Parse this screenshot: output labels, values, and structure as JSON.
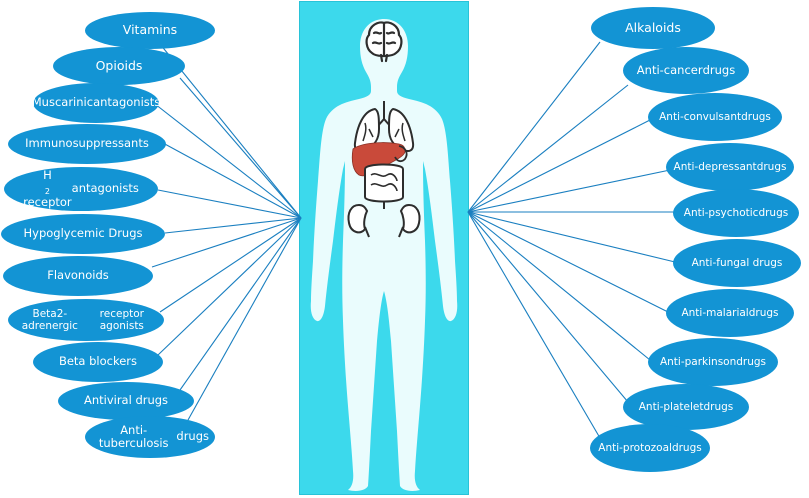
{
  "left_items": [
    {
      "label": "Vitamins"
    },
    {
      "label": "Opioids"
    },
    {
      "label": "Muscarinic antagonists",
      "line1": "Muscarinic",
      "line2": "antagonists"
    },
    {
      "label": "Immunosuppressants"
    },
    {
      "label": "H2 receptor antagonists",
      "line1_pre": "H",
      "line1_sub": "2",
      "line1_post": " receptor",
      "line2": "antagonists"
    },
    {
      "label": "Hypoglycemic Drugs"
    },
    {
      "label": "Flavonoids"
    },
    {
      "label": "Beta2-adrenergic receptor agonists",
      "line1": "Beta2-adrenergic",
      "line2": "receptor agonists"
    },
    {
      "label": "Beta blockers"
    },
    {
      "label": "Antiviral drugs"
    },
    {
      "label": "Anti-tuberculosis drugs",
      "line1": "Anti-tuberculosis",
      "line2": "drugs"
    }
  ],
  "right_items": [
    {
      "label": "Alkaloids"
    },
    {
      "label": "Anti-cancer drugs",
      "line1": "Anti-cancer",
      "line2": "drugs"
    },
    {
      "label": "Anti-convulsant drugs",
      "line1": "Anti-convulsant",
      "line2": "drugs"
    },
    {
      "label": "Anti-depressant drugs",
      "line1": "Anti-depressant",
      "line2": "drugs"
    },
    {
      "label": "Anti-psychotic drugs",
      "line1": "Anti-psychotic",
      "line2": "drugs"
    },
    {
      "label": "Anti-fungal drugs"
    },
    {
      "label": "Anti-malarial drugs",
      "line1": "Anti-malarial",
      "line2": "drugs"
    },
    {
      "label": "Anti-parkinson drugs",
      "line1": "Anti-parkinson",
      "line2": "drugs"
    },
    {
      "label": "Anti-platelet drugs",
      "line1": "Anti-platelet",
      "line2": "drugs"
    },
    {
      "label": "Anti-protozoal drugs",
      "line1": "Anti-protozoal",
      "line2": "drugs"
    }
  ],
  "colors": {
    "oval_fill": "#1394d4",
    "panel_fill": "#3cd9ec",
    "connector": "#1a7fc0",
    "silhouette": "#eafcfd",
    "liver": "#c94a3a",
    "organ_outline": "#2d2d2d"
  },
  "icons": {
    "figure": "human-body-silhouette-icon",
    "brain": "brain-icon",
    "lungs": "lungs-icon",
    "liver": "liver-icon",
    "intestines": "intestines-icon",
    "kidneys": "kidneys-icon"
  }
}
